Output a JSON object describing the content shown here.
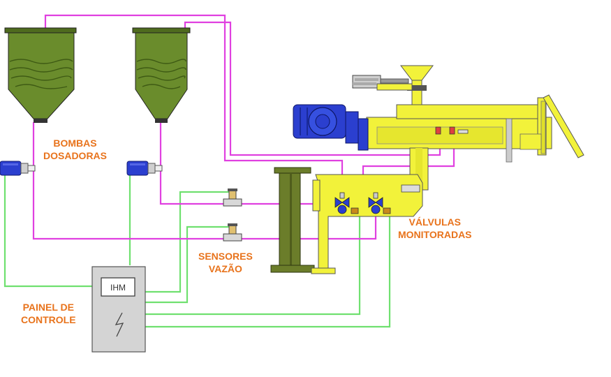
{
  "labels": {
    "pumps": [
      "BOMBAS",
      "DOSADORAS"
    ],
    "sensors": [
      "SENSORES",
      "VAZÃO"
    ],
    "valves": [
      "VÁLVULAS",
      "MONITORADAS"
    ],
    "panel": [
      "PAINEL DE",
      "CONTROLE"
    ],
    "hmi": "IHM"
  },
  "colors": {
    "label_orange": "#e8731c",
    "pipe_magenta": "#e040e0",
    "wire_green": "#6fe06f",
    "tank_green": "#6a8c2c",
    "machine_yellow": "#f2f23a",
    "motor_blue": "#2b3fcf",
    "stand_olive": "#6b7d2a",
    "panel_grey": "#d4d4d4"
  }
}
